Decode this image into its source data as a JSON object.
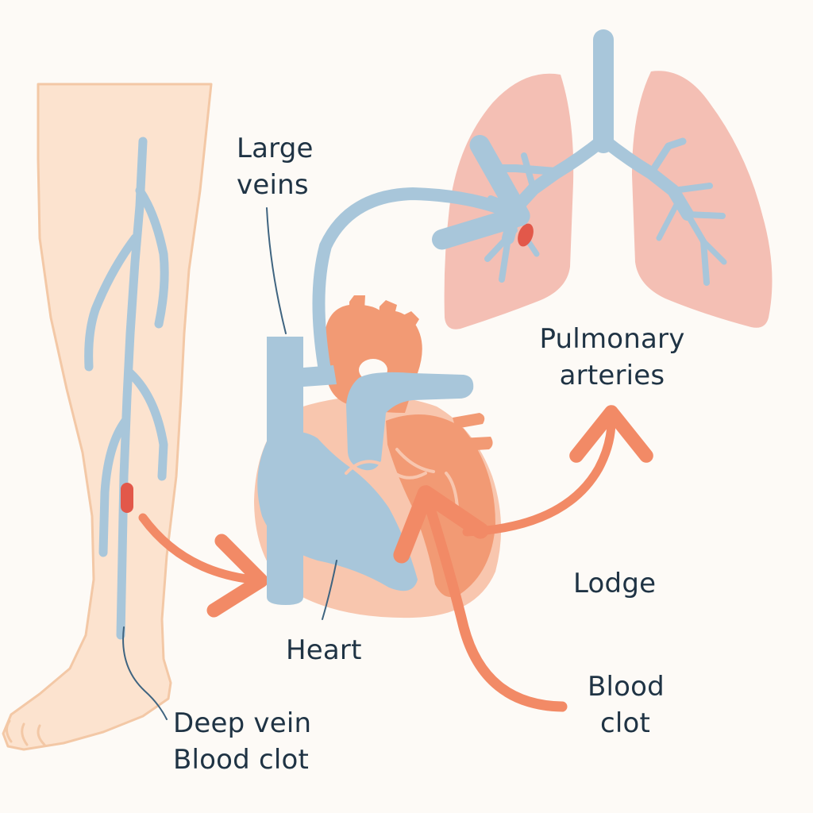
{
  "labels": {
    "large_veins": [
      "Large",
      "veins"
    ],
    "pulmonary_arteries": [
      "Pulmonary",
      "arteries"
    ],
    "lodge": "Lodge",
    "heart": "Heart",
    "blood_clot": [
      "Blood",
      "clot"
    ],
    "deep_vein": [
      "Deep vein",
      "Blood clot"
    ]
  },
  "colors": {
    "background": "#fdfaf6",
    "skin": "#fce3cf",
    "skin_outline": "#f3c8a6",
    "vein": "#a8c6da",
    "heart": "#f29a74",
    "heart_light": "#f8c6ae",
    "lung": "#f3bcb0",
    "clot": "#e2584a",
    "arrow": "#f28a66",
    "text": "#1f3344",
    "leader": "#3f6480"
  },
  "icons": [
    "leg-icon",
    "heart-icon",
    "lungs-icon",
    "blood-clot-icon",
    "arrow-icon"
  ]
}
